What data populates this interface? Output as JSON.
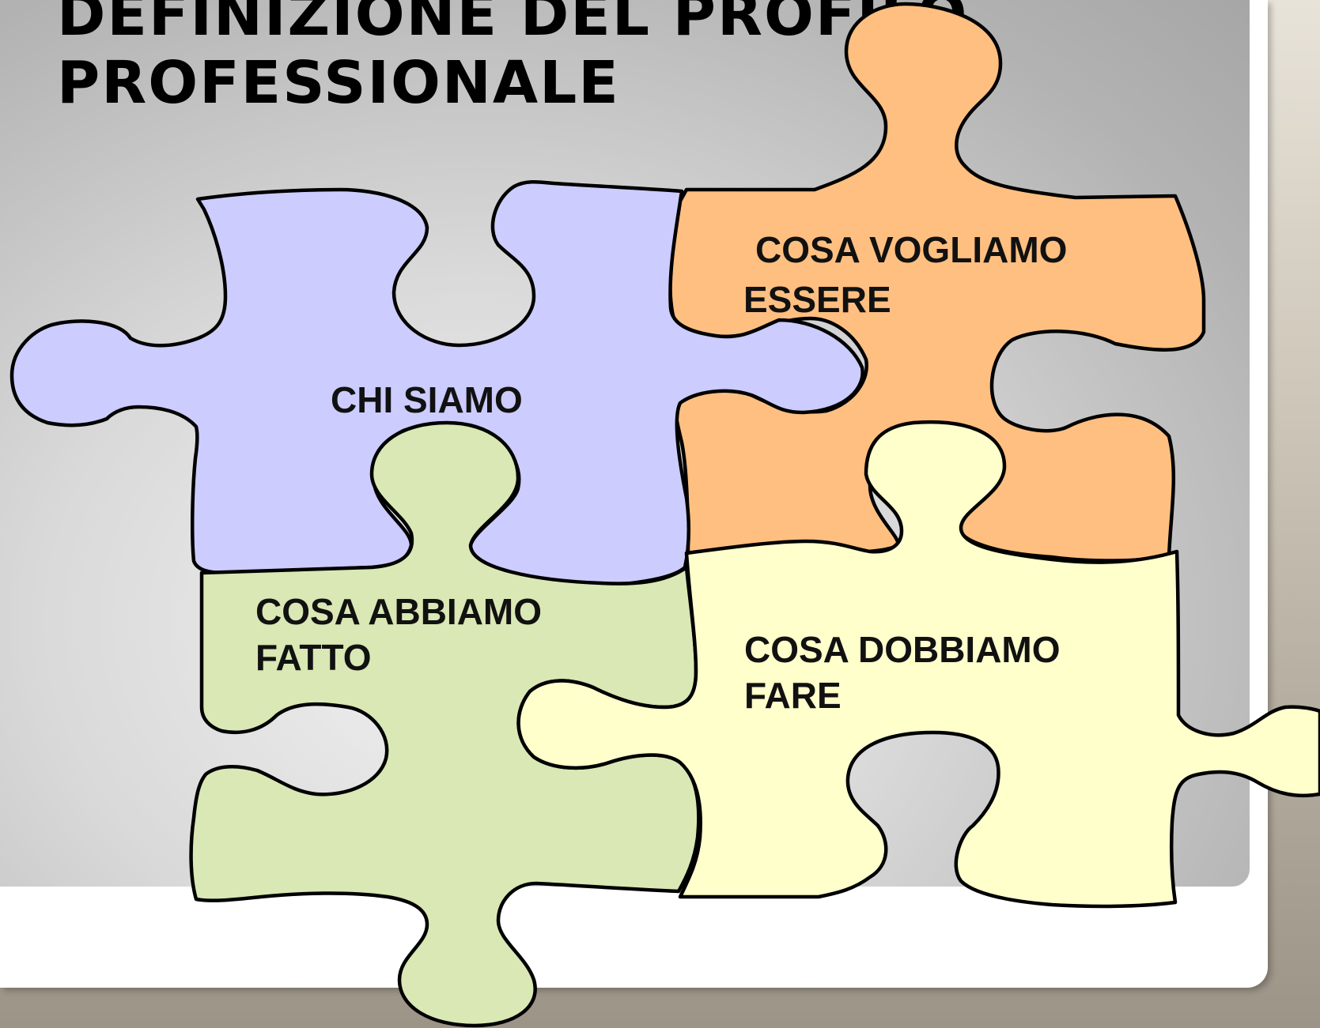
{
  "slide": {
    "title": "DEFINIZIONE DEL PROFILO\nPROFESSIONALE"
  },
  "pieces": [
    {
      "id": "chi-siamo",
      "lines": [
        "CHI SIAMO"
      ],
      "color": "#ccccff"
    },
    {
      "id": "cosa-vogliamo-essere",
      "lines": [
        "COSA VOGLIAMO",
        "ESSERE"
      ],
      "color": "#ffbf80"
    },
    {
      "id": "cosa-abbiamo-fatto",
      "lines": [
        "COSA ABBIAMO",
        "FATTO"
      ],
      "color": "#d9e8b4"
    },
    {
      "id": "cosa-dobbiamo-fare",
      "lines": [
        "COSA DOBBIAMO",
        "FARE"
      ],
      "color": "#ffffcc"
    }
  ],
  "colors": {
    "outline": "#000000",
    "slide_background": "#ffffff",
    "content_gradient": "#c8c8c8"
  }
}
